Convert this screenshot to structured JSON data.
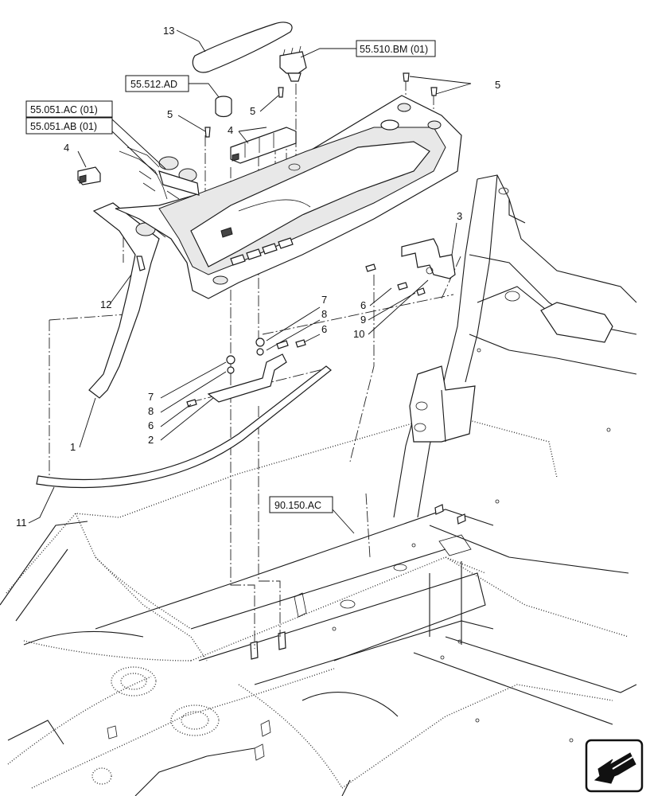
{
  "references": [
    {
      "id": "ref-55-510-bm",
      "text": "55.510.BM (01)"
    },
    {
      "id": "ref-55-512-ad",
      "text": "55.512.AD"
    },
    {
      "id": "ref-55-051-ac",
      "text": "55.051.AC (01)"
    },
    {
      "id": "ref-55-051-ab",
      "text": "55.051.AB (01)"
    },
    {
      "id": "ref-90-150-ac",
      "text": "90.150.AC"
    }
  ],
  "callouts": {
    "c13": "13",
    "c5_top": "5",
    "c5_mid": "5",
    "c5_left": "5",
    "c4_left": "4",
    "c4_mid": "4",
    "c3": "3",
    "c12": "12",
    "c6_right": "6",
    "c9": "9",
    "c10": "10",
    "c7_top": "7",
    "c8_top": "8",
    "c6_mid": "6",
    "c7_low": "7",
    "c8_low": "8",
    "c6_low": "6",
    "c2": "2",
    "c1": "1",
    "c11": "11"
  },
  "nav_icon": "arrow-down-left-icon"
}
